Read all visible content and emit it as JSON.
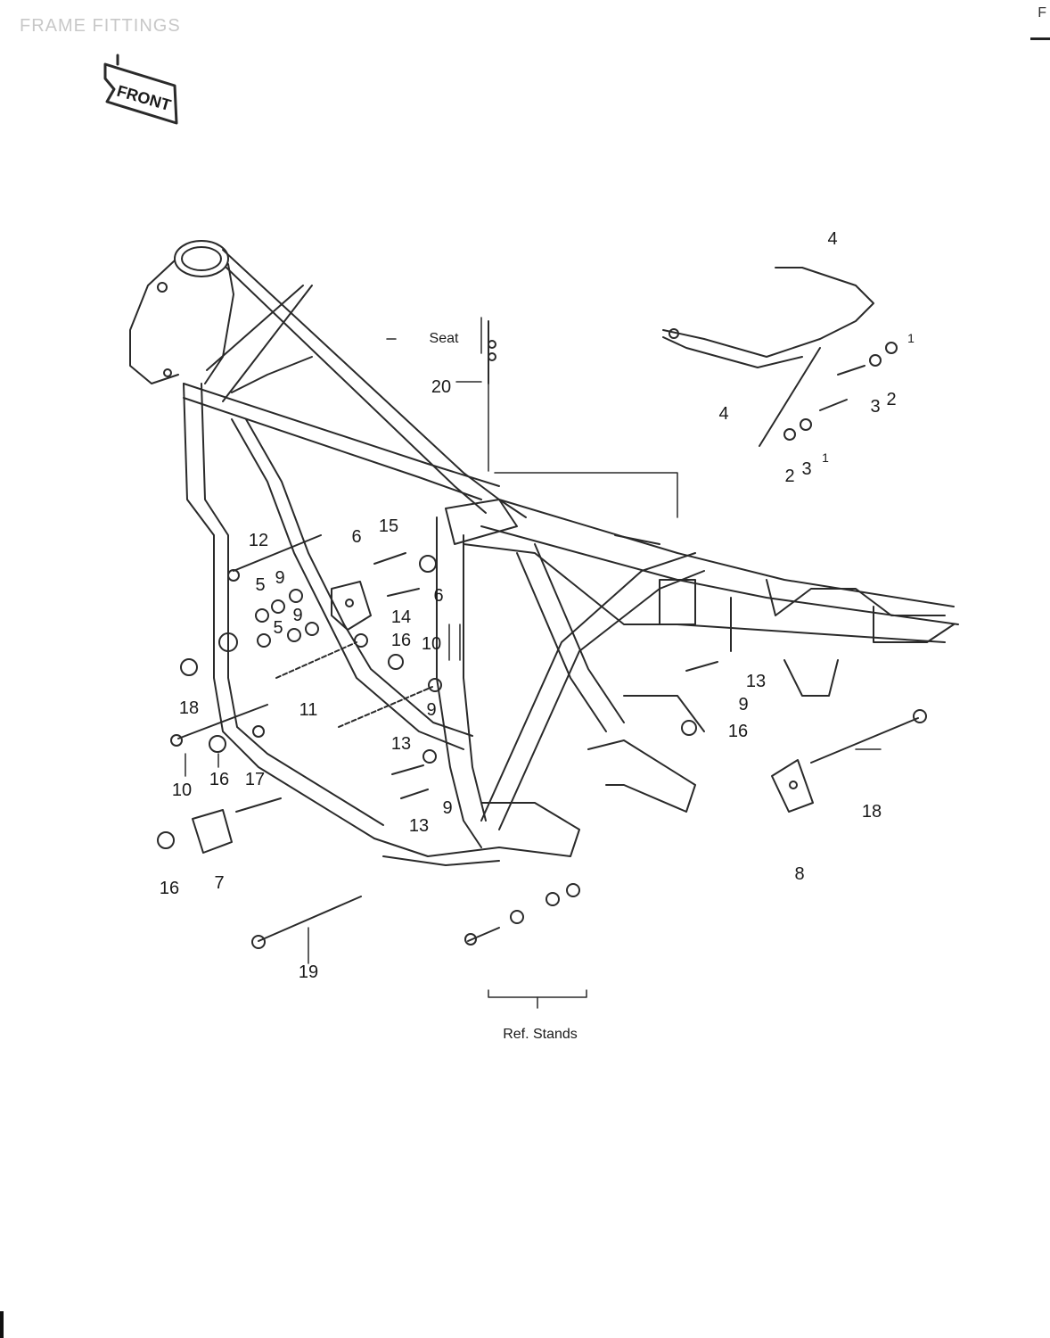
{
  "header": {
    "title": "FRAME FITTINGS",
    "page_mark": "F"
  },
  "front_arrow": {
    "label": "FRONT"
  },
  "callouts": {
    "seat": "Seat",
    "ref_stands": "Ref. Stands"
  },
  "part_numbers": {
    "p1": "1",
    "p2": "2",
    "p2b": "2",
    "p3": "3",
    "p3b": "3",
    "p1b": "1",
    "p4": "4",
    "p4b": "4",
    "p5": "5",
    "p5b": "5",
    "p6": "6",
    "p6b": "6",
    "p7": "7",
    "p8": "8",
    "p9a": "9",
    "p9b": "9",
    "p9c": "9",
    "p9d": "9",
    "p9e": "9",
    "p10": "10",
    "p11": "11",
    "p12": "12",
    "p13a": "13",
    "p13b": "13",
    "p13c": "13",
    "p14": "14",
    "p15": "15",
    "p16a": "16",
    "p16b": "16",
    "p16c": "16",
    "p16d": "16",
    "p17": "17",
    "p18a": "18",
    "p18b": "18",
    "p19": "19",
    "p20": "20",
    "p10b": "10"
  }
}
